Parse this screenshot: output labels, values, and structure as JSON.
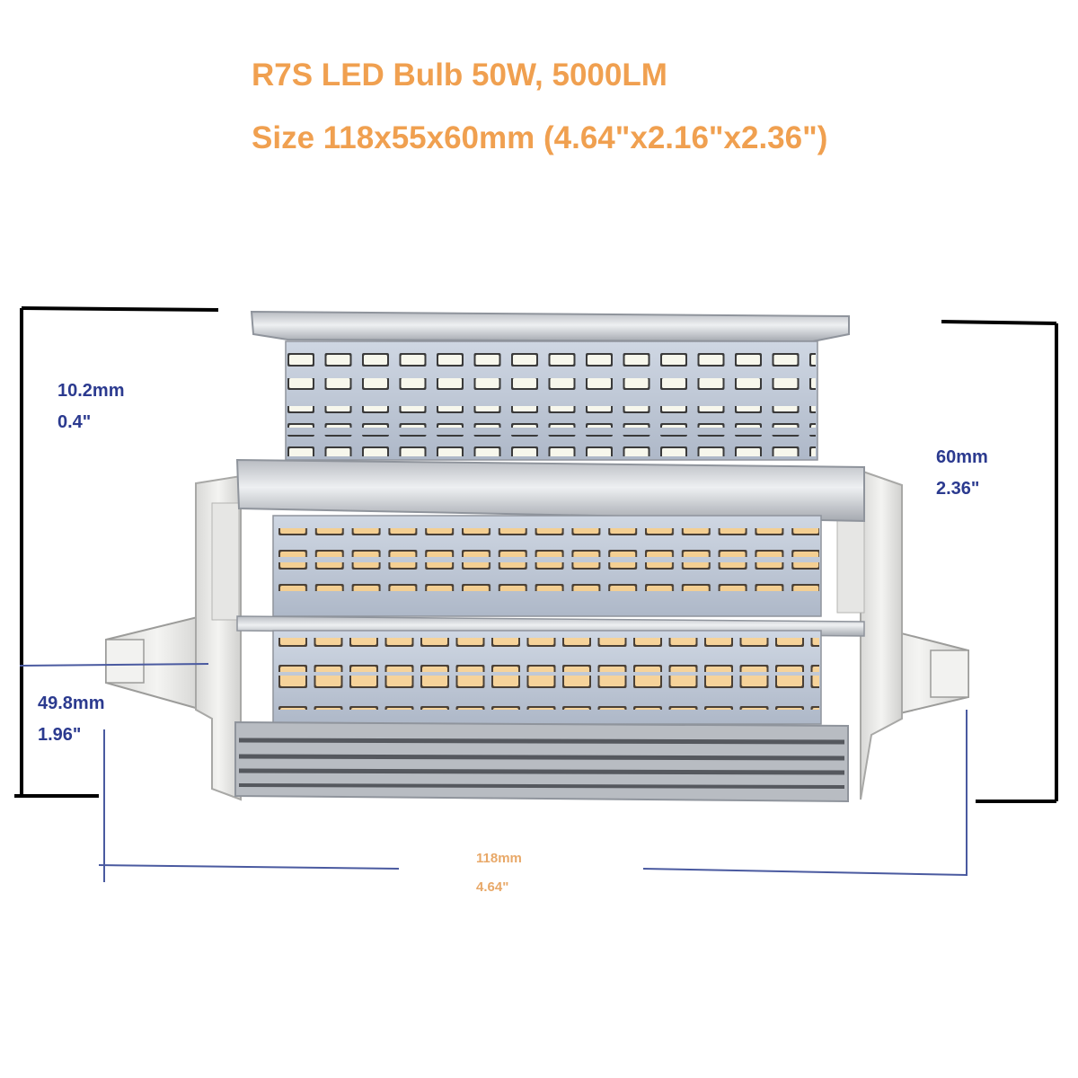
{
  "heading": {
    "line1": "R7S LED Bulb 50W, 5000LM",
    "line2": "Size 118x55x60mm (4.64\"x2.16\"x2.36\")"
  },
  "dimensions": {
    "top_fin": {
      "mm": "10.2mm",
      "inch": "0.4\""
    },
    "height": {
      "mm": "60mm",
      "inch": "2.36\""
    },
    "lower_body": {
      "mm": "49.8mm",
      "inch": "1.96\""
    },
    "length": {
      "mm": "118mm",
      "inch": "4.64\""
    }
  },
  "colors": {
    "title": "#f0a050",
    "dimension_text": "#2b3a8f",
    "length_text": "#e8a868",
    "leader_line": "#4a5aa0",
    "bracket": "#000000",
    "led_cool": "#f7f7ec",
    "led_warm": "#f4cf92",
    "aluminium": "#c8cbd0",
    "end_cap": "#ececea"
  }
}
